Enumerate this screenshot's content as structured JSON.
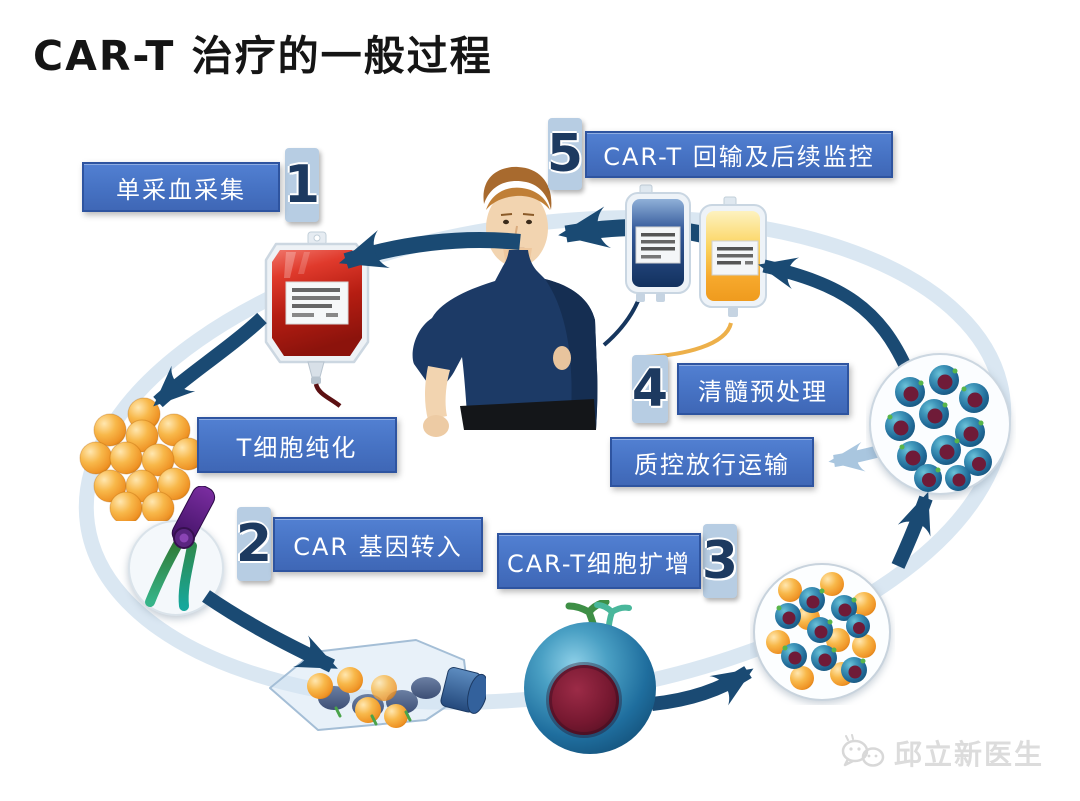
{
  "title": "CAR-T 治疗的一般过程",
  "steps": [
    {
      "num": "1",
      "label": "单采血采集"
    },
    {
      "num": "2",
      "label": "CAR 基因转入"
    },
    {
      "num": "3",
      "label": "CAR-T细胞扩增"
    },
    {
      "num": "4",
      "label": "清髓预处理"
    },
    {
      "num": "5",
      "label": "CAR-T 回输及后续监控"
    }
  ],
  "side_labels": {
    "purification": "T细胞纯化",
    "qc": "质控放行运输"
  },
  "watermark": {
    "name": "邱立新医生"
  },
  "colors": {
    "step_box": "#4672c3",
    "step_box_border": "#2e54a0",
    "number": "#1d3a60",
    "number_tab": "#b7cde3",
    "arrow_dark": "#1a4a73",
    "arrow_light": "#a9c6df",
    "ring": "#c2d7e9",
    "title_text": "#151515",
    "box_text": "#ffffff"
  },
  "icons": {
    "patient": "patient-figure",
    "blood_bag_red": "red-blood-bag",
    "blood_bag_blue": "blue-iv-bag",
    "blood_bag_yellow": "yellow-iv-bag",
    "t_cells": "orange-t-cell-cluster",
    "car_construct": "car-gene-construct",
    "culture_flask": "cell-culture-flask",
    "car_t_cell": "car-t-cell",
    "mixed_cells": "expanding-cell-mix",
    "final_cells": "car-t-cell-batch",
    "watermark_icon": "wechat-chat-bubbles"
  }
}
